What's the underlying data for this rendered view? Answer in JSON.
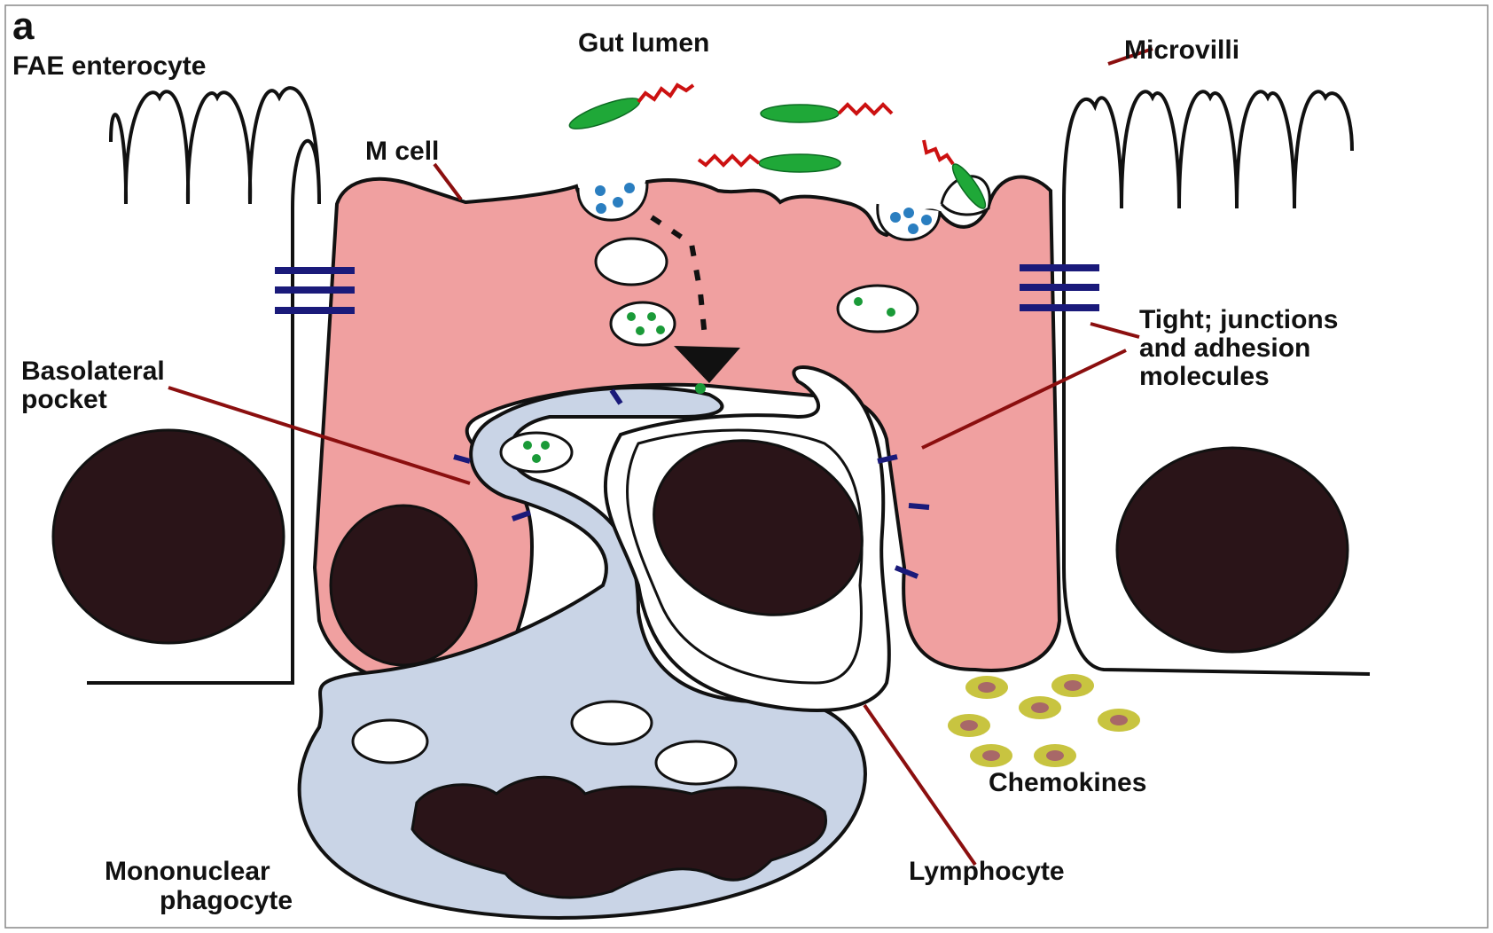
{
  "figure": {
    "panel_label": "a",
    "labels": {
      "fae_enterocyte": "FAE enterocyte",
      "gut_lumen": "Gut lumen",
      "microvilli": "Microvilli",
      "m_cell": "M cell",
      "tight_junctions_line1": "Tight; junctions",
      "tight_junctions_line2": "and adhesion",
      "tight_junctions_line3": "molecules",
      "basolateral_line1": "Basolateral",
      "basolateral_line2": "pocket",
      "chemokines": "Chemokines",
      "mononuclear_line1": "Mononuclear",
      "mononuclear_line2": "phagocyte",
      "lymphocyte": "Lymphocyte"
    },
    "colors": {
      "m_cell": "#f0a0a0",
      "phagocyte": "#c9d4e6",
      "nucleus": "#2a1418",
      "bacteria": "#1fa838",
      "flagella": "#cc1111",
      "junctions": "#1a1a7a",
      "leader_lines": "#8b0f0f",
      "chemokine_outer": "#c8c440",
      "chemokine_inner": "#a86868",
      "vesicle_dots_blue": "#2a7ec0",
      "vesicle_dots_green": "#1a9a38"
    }
  }
}
